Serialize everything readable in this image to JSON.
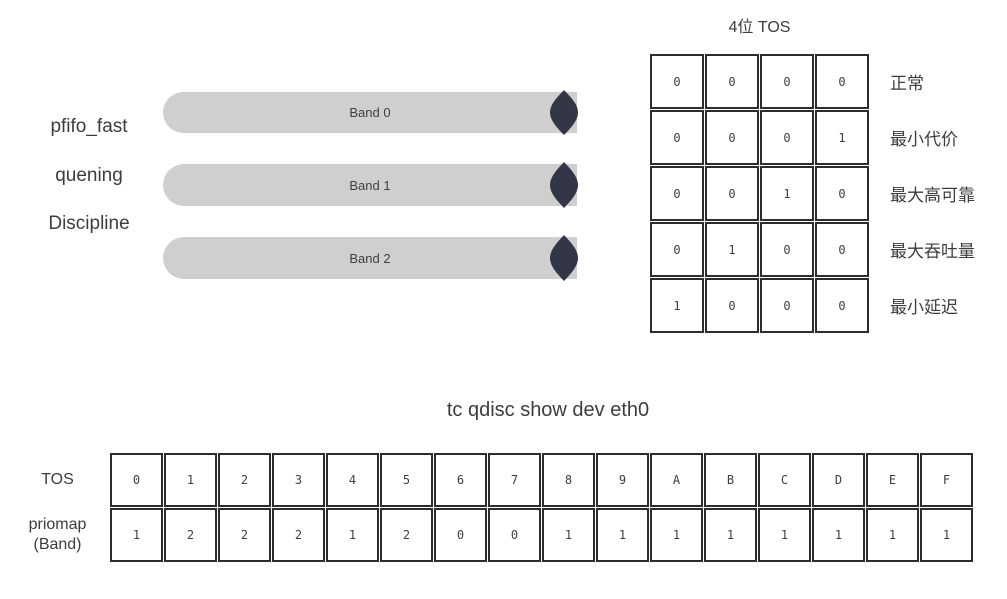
{
  "left_panel": {
    "title_lines": [
      "pfifo_fast",
      "quening",
      "Discipline"
    ],
    "bands": [
      "Band 0",
      "Band 1",
      "Band 2"
    ]
  },
  "tos_table": {
    "title": "4位 TOS",
    "rows": [
      {
        "bits": [
          "0",
          "0",
          "0",
          "0"
        ],
        "label": "正常"
      },
      {
        "bits": [
          "0",
          "0",
          "0",
          "1"
        ],
        "label": "最小代价"
      },
      {
        "bits": [
          "0",
          "0",
          "1",
          "0"
        ],
        "label": "最大高可靠"
      },
      {
        "bits": [
          "0",
          "1",
          "0",
          "0"
        ],
        "label": "最大吞吐量"
      },
      {
        "bits": [
          "1",
          "0",
          "0",
          "0"
        ],
        "label": "最小延迟"
      }
    ]
  },
  "priomap_section": {
    "title": "tc qdisc show dev eth0",
    "row1_label": "TOS",
    "row2_label_line1": "priomap",
    "row2_label_line2": "(Band)",
    "tos_values": [
      "0",
      "1",
      "2",
      "3",
      "4",
      "5",
      "6",
      "7",
      "8",
      "9",
      "A",
      "B",
      "C",
      "D",
      "E",
      "F"
    ],
    "priomap_values": [
      "1",
      "2",
      "2",
      "2",
      "1",
      "2",
      "0",
      "0",
      "1",
      "1",
      "1",
      "1",
      "1",
      "1",
      "1",
      "1"
    ]
  },
  "colors": {
    "bar_fill": "#cfcfcf",
    "lens_fill": "#333647",
    "border": "#2d2d2d",
    "text": "#3a3a3a"
  }
}
